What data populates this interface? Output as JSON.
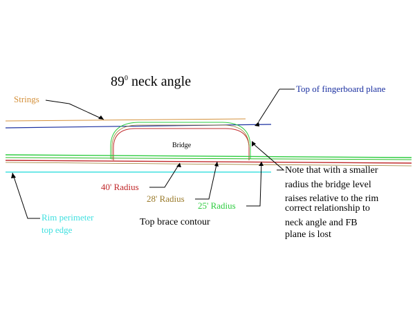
{
  "title": {
    "main": "89",
    "sup": "0",
    "rest": " neck angle"
  },
  "labels": {
    "strings": "Strings",
    "fingerboard": "Top of fingerboard plane",
    "bridge": "Bridge",
    "radius40": "40' Radius",
    "radius28": "28' Radius",
    "radius25": "25' Radius",
    "rim_line1": "Rim perimeter",
    "rim_line2": "top edge",
    "top_brace": "Top brace contour",
    "note": [
      "Note that with a smaller",
      "radius the bridge level",
      "raises relative to the rim",
      "correct relationship to",
      "neck angle and FB",
      "plane is lost"
    ]
  },
  "colors": {
    "strings": "#d4903a",
    "fingerboard": "#1a2fa0",
    "radius40": "#c0282a",
    "radius28": "#9a7a2a",
    "radius25": "#2ecc40",
    "rim": "#40e0e0",
    "black": "#000000",
    "green_line": "#22bb22"
  }
}
